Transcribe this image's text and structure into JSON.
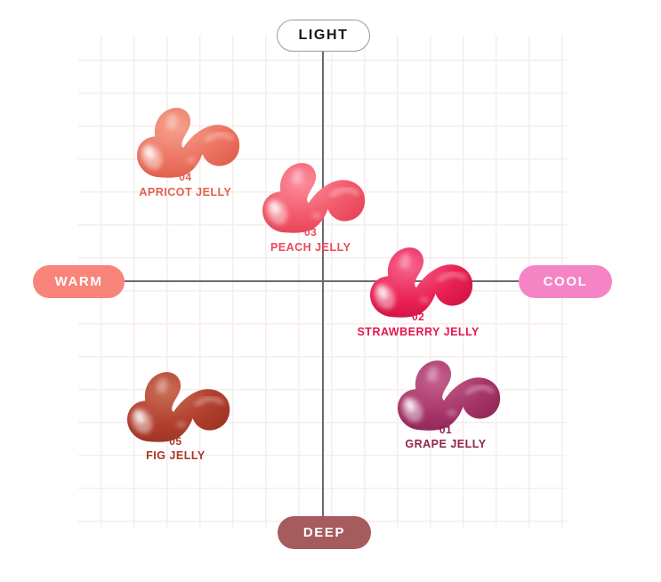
{
  "chart_data": {
    "type": "scatter",
    "title": "",
    "axes": {
      "top": "LIGHT",
      "bottom": "DEEP",
      "left": "WARM",
      "right": "COOL"
    },
    "x_range": [
      -1,
      1
    ],
    "y_range": [
      -1,
      1
    ],
    "grid": true,
    "legend": "none",
    "points": [
      {
        "number": "01",
        "name": "GRAPE JELLY",
        "x": 0.65,
        "y": -0.48,
        "swatch_base": "#A63467",
        "swatch_light": "#C4608E",
        "swatch_dark": "#832051",
        "label_color": "#92224F"
      },
      {
        "number": "02",
        "name": "STRAWBERRY JELLY",
        "x": 0.51,
        "y": 0.01,
        "swatch_base": "#E91F51",
        "swatch_light": "#F6638D",
        "swatch_dark": "#C40E3E",
        "label_color": "#E6164F"
      },
      {
        "number": "03",
        "name": "PEACH JELLY",
        "x": -0.04,
        "y": 0.38,
        "swatch_base": "#F25768",
        "swatch_light": "#FA8E9D",
        "swatch_dark": "#DD3A50",
        "label_color": "#EE4757"
      },
      {
        "number": "04",
        "name": "APRICOT JELLY",
        "x": -0.68,
        "y": 0.62,
        "swatch_base": "#EC7260",
        "swatch_light": "#F5A18E",
        "swatch_dark": "#D8543F",
        "label_color": "#E2604E"
      },
      {
        "number": "05",
        "name": "FIG JELLY",
        "x": -0.73,
        "y": -0.53,
        "swatch_base": "#B03D2C",
        "swatch_light": "#C96C55",
        "swatch_dark": "#93301F",
        "label_color": "#A93722"
      }
    ]
  },
  "colors": {
    "background": "#FFFFFF",
    "grid_line": "#F8ECEC",
    "axis_line": "#6B6B6B",
    "warm_pill_bg": "#F8847B",
    "cool_pill_bg": "#F584C5",
    "deep_pill_bg": "#A65C5C",
    "light_pill_bg": "#FFFFFF",
    "light_pill_border": "#9A9A9A",
    "light_pill_text": "#161616",
    "side_pill_text": "#FFFFFF"
  }
}
